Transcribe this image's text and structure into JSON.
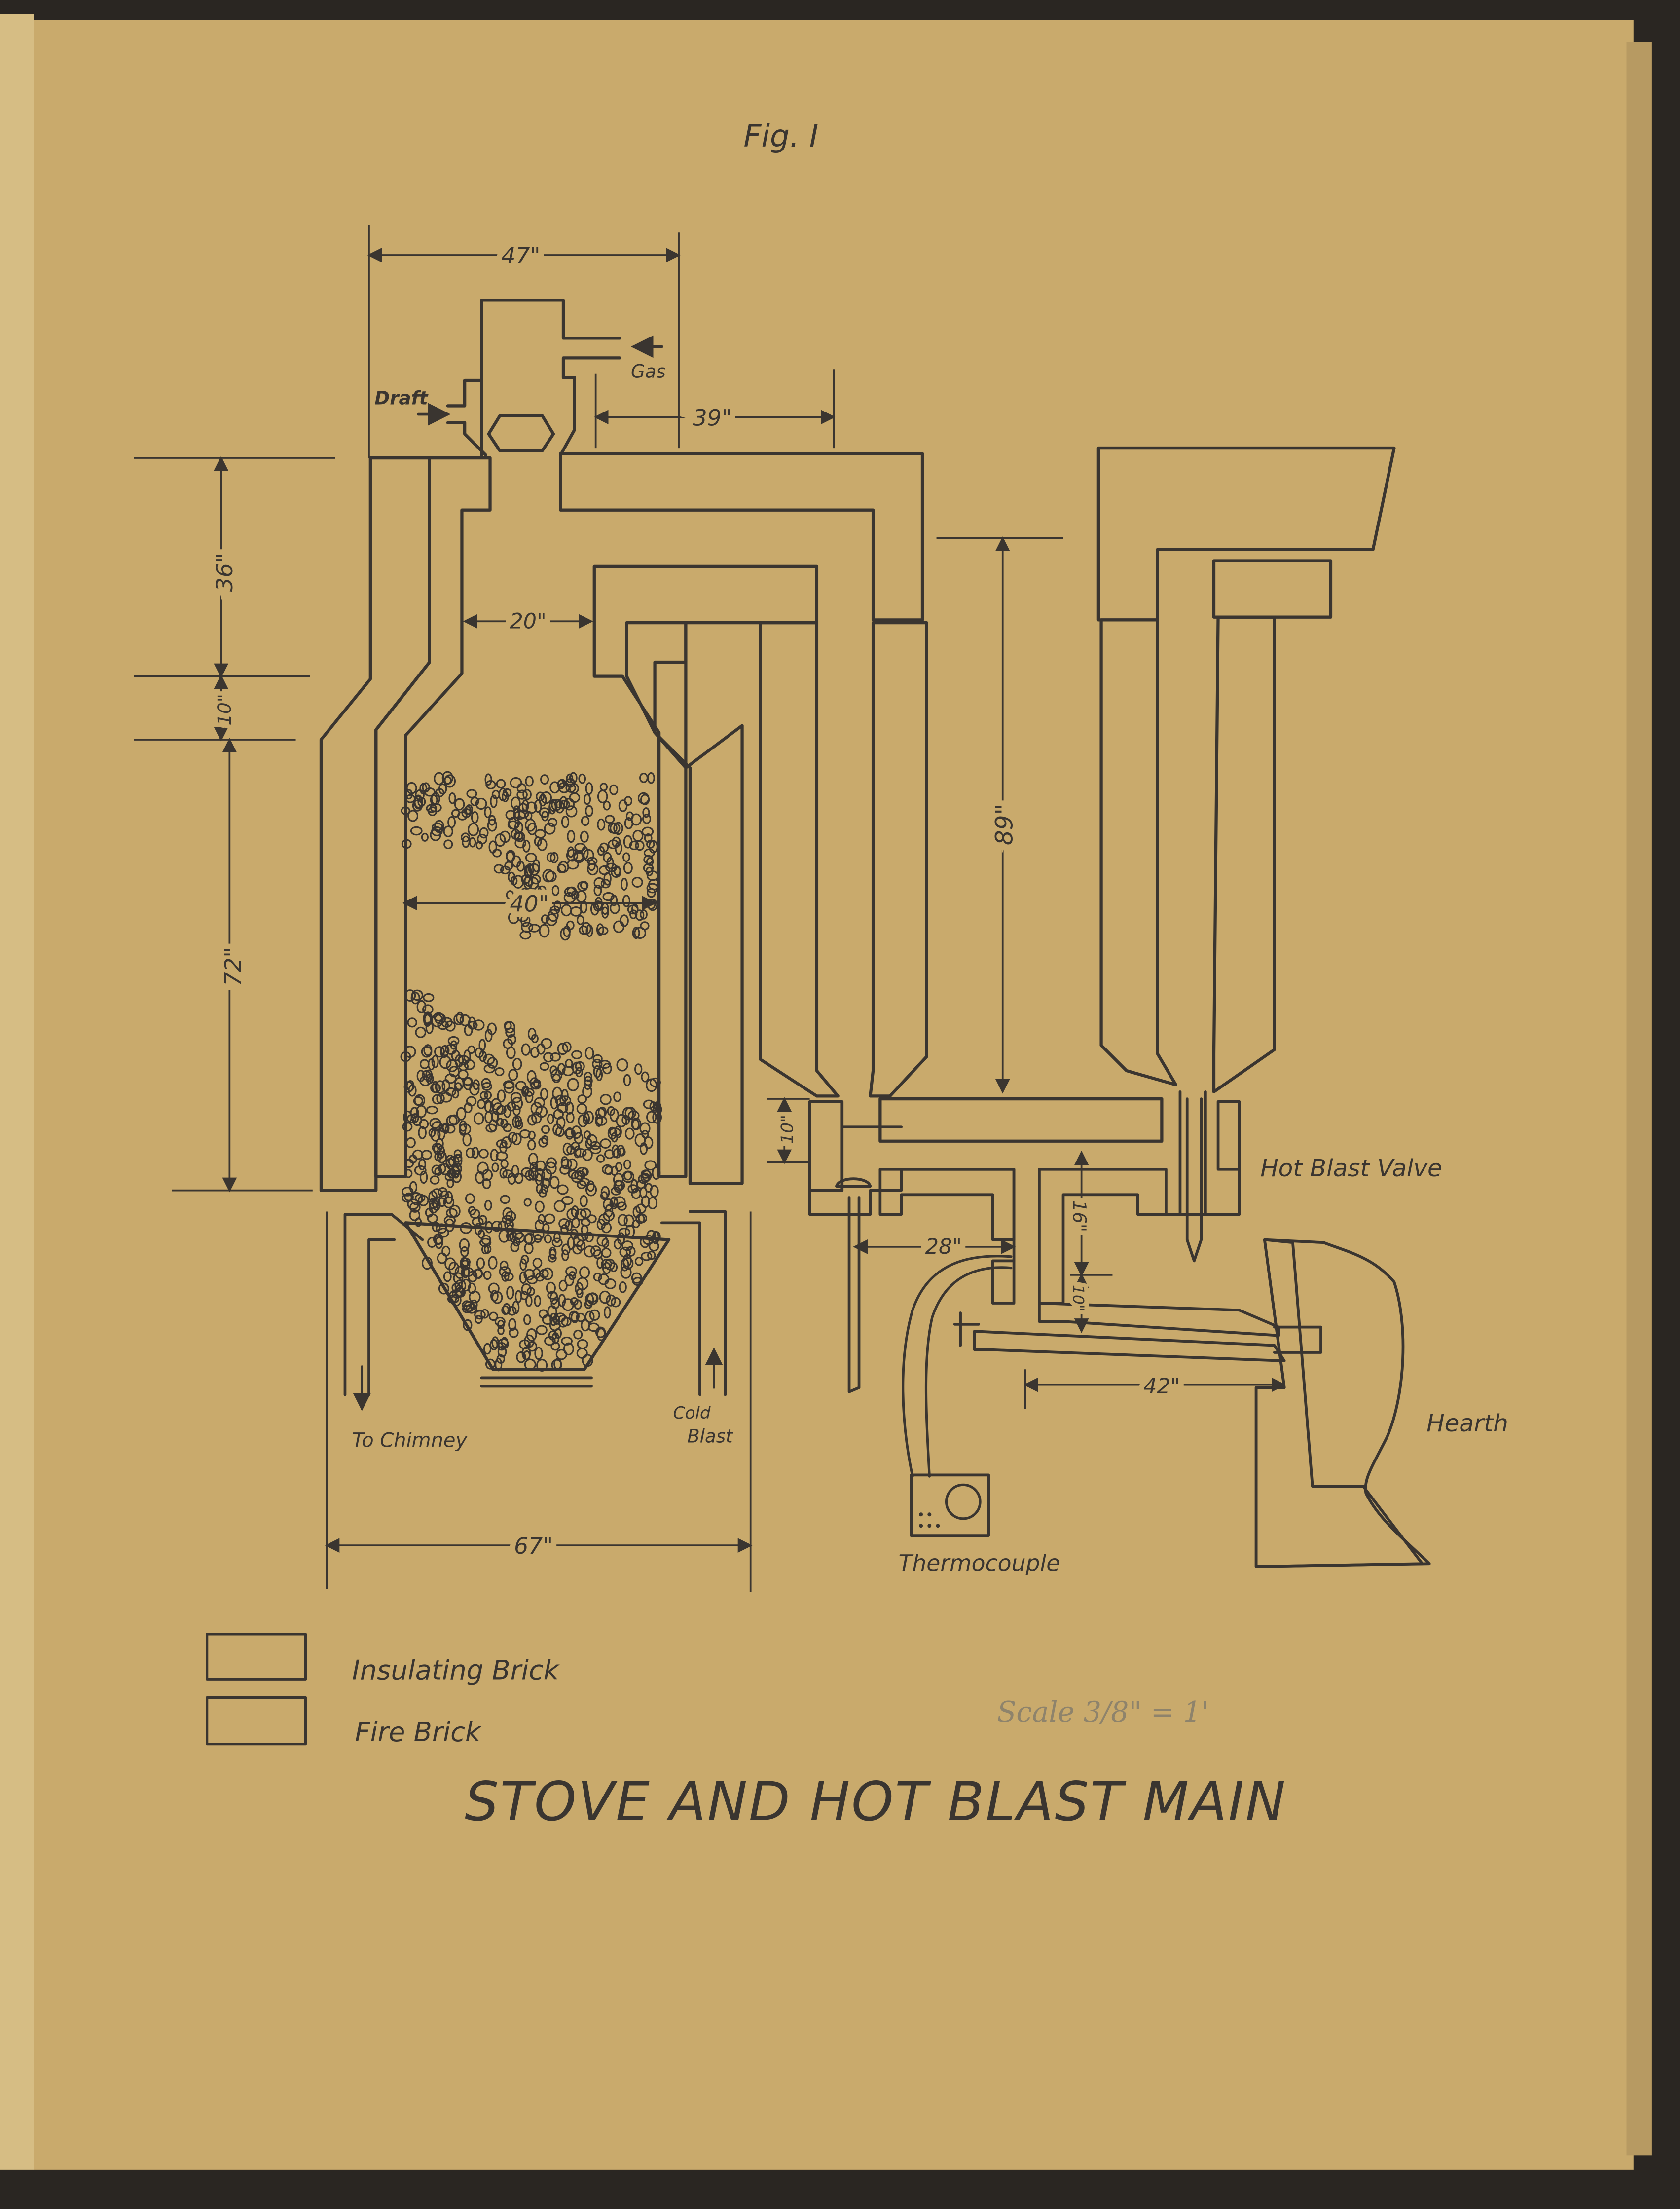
{
  "figure": {
    "number": "Fig. I",
    "title": "STOVE AND HOT BLAST MAIN",
    "scale_note": "Scale 3/8\" = 1'"
  },
  "labels": {
    "draft": "Draft",
    "gas": "Gas",
    "to_chimney": "To Chimney",
    "cold": "Cold",
    "blast": "Blast",
    "hot_blast_valve": "Hot Blast Valve",
    "hearth": "Hearth",
    "thermocouple": "Thermocouple"
  },
  "dimensions": {
    "top_width": "47\"",
    "gas_offset": "39\"",
    "upper_height": "36\"",
    "taper_height": "10\"",
    "chamber_height": "72\"",
    "throat_width": "20\"",
    "chamber_width": "40\"",
    "main_height": "89\"",
    "base_width": "67\"",
    "main_step": "10\"",
    "thermo_distance": "28\"",
    "valve_drop": "16\"",
    "pipe_height": "10\"",
    "tuyere_length": "42\""
  },
  "legend": [
    {
      "label": "Insulating Brick",
      "pattern": "dense-hatch"
    },
    {
      "label": "Fire Brick",
      "pattern": "wide-hatch"
    }
  ],
  "colors": {
    "paper": "#c9aa6c",
    "ink": "#3a3530",
    "binding": "#2a2622"
  }
}
